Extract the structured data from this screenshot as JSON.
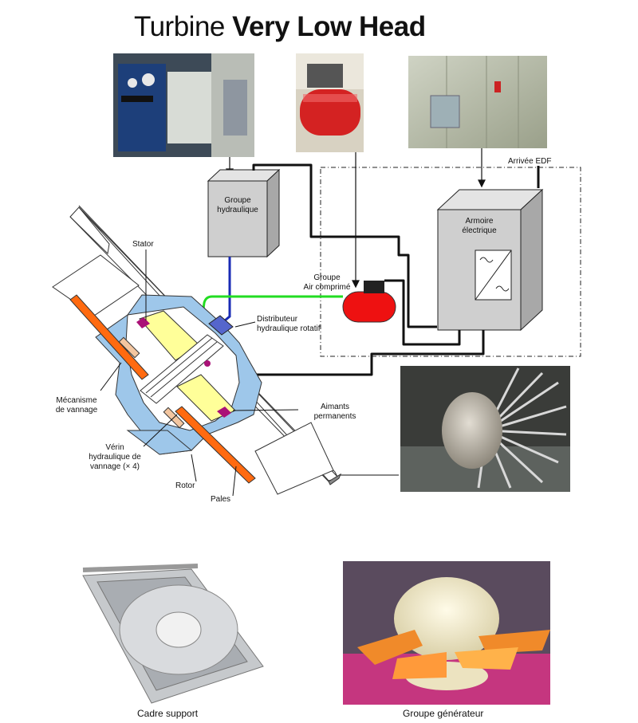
{
  "title": {
    "prefix": "Turbine",
    "bold": "Very Low Head"
  },
  "labels": {
    "groupe_hydraulique": "Groupe\nhydraulique",
    "armoire": "Armoire\nélectrique",
    "arrivee_edf": "Arrivée EDF",
    "stator": "Stator",
    "groupe_air": "Groupe\nAir comprimé",
    "distributeur": "Distributeur\nhydraulique rotatif",
    "mecanisme": "Mécanisme\nde vannage",
    "aimants": "Aimants\npermanents",
    "verin": "Vérin\nhydraulique de\nvannage (× 4)",
    "rotor": "Rotor",
    "pales": "Pales"
  },
  "captions": {
    "cadre": "Cadre support",
    "generateur": "Groupe générateur"
  },
  "colors": {
    "hydraulic_line": "#1a2bb5",
    "air_line": "#22dd22",
    "casing": "#9ec7ea",
    "blade": "#ff6a10",
    "stator": "#ffff99",
    "compressor": "#ee1111"
  }
}
